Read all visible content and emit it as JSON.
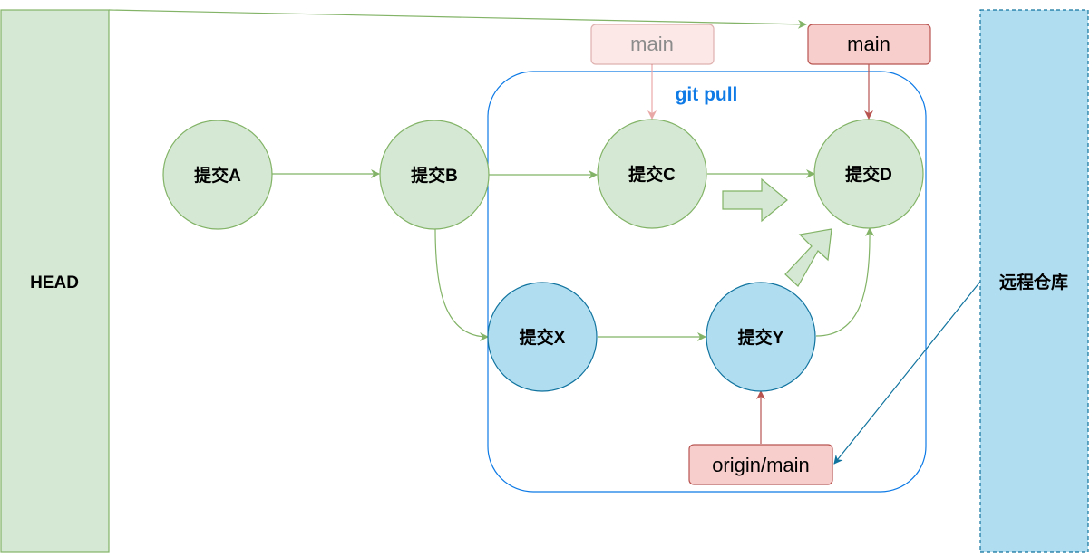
{
  "head": {
    "label": "HEAD"
  },
  "remote": {
    "label": "远程仓库"
  },
  "group": {
    "label": "git pull"
  },
  "commits": {
    "a": {
      "label": "提交A"
    },
    "b": {
      "label": "提交B"
    },
    "c": {
      "label": "提交C"
    },
    "d": {
      "label": "提交D"
    },
    "x": {
      "label": "提交X"
    },
    "y": {
      "label": "提交Y"
    }
  },
  "branches": {
    "main_old": {
      "label": "main"
    },
    "main_new": {
      "label": "main"
    },
    "origin_main": {
      "label": "origin/main"
    }
  },
  "colors": {
    "local_fill": "#d5e8d4",
    "local_stroke": "#82b366",
    "remote_fill": "#b1ddf0",
    "remote_stroke": "#10739e",
    "branch_fill": "#f8cecc",
    "branch_stroke": "#b85450",
    "group_stroke": "#0d7ae6",
    "group_text": "#0d7ae6"
  }
}
